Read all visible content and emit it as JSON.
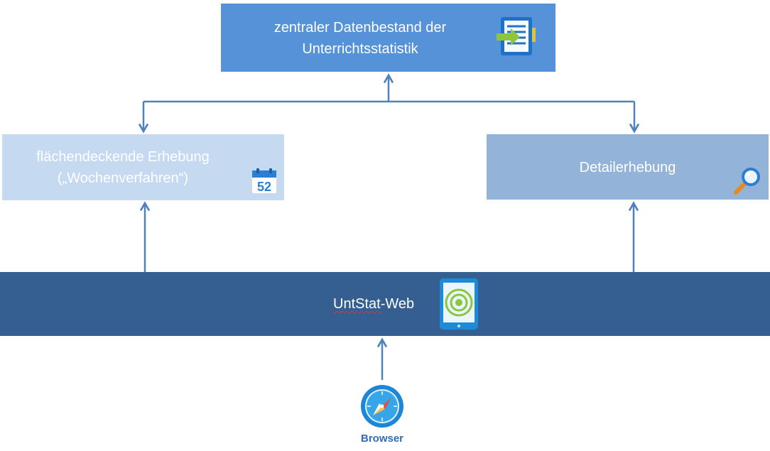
{
  "nodes": {
    "datenbestand": {
      "label_line1": "zentraler Datenbestand der",
      "label_line2": "Unterrichtsstatistik",
      "icon": "database-cabinet-icon"
    },
    "erhebung": {
      "label_line1": "flächendeckende Erhebung",
      "label_line2": "(„Wochenverfahren“)",
      "icon": "calendar-icon",
      "calendar_number": "52"
    },
    "detailerhebung": {
      "label": "Detailerhebung",
      "icon": "magnifier-icon"
    },
    "untstat": {
      "label_part1": "UntStat",
      "label_part2": "-Web",
      "icon": "tablet-icon"
    },
    "browser": {
      "label": "Browser",
      "icon": "compass-icon"
    }
  },
  "colors": {
    "top_box": "#5592d8",
    "left_box": "#c5d9f0",
    "right_box": "#93b3d9",
    "bar": "#355f90",
    "connector": "#4f81bd",
    "browser_label": "#2f6db5"
  }
}
